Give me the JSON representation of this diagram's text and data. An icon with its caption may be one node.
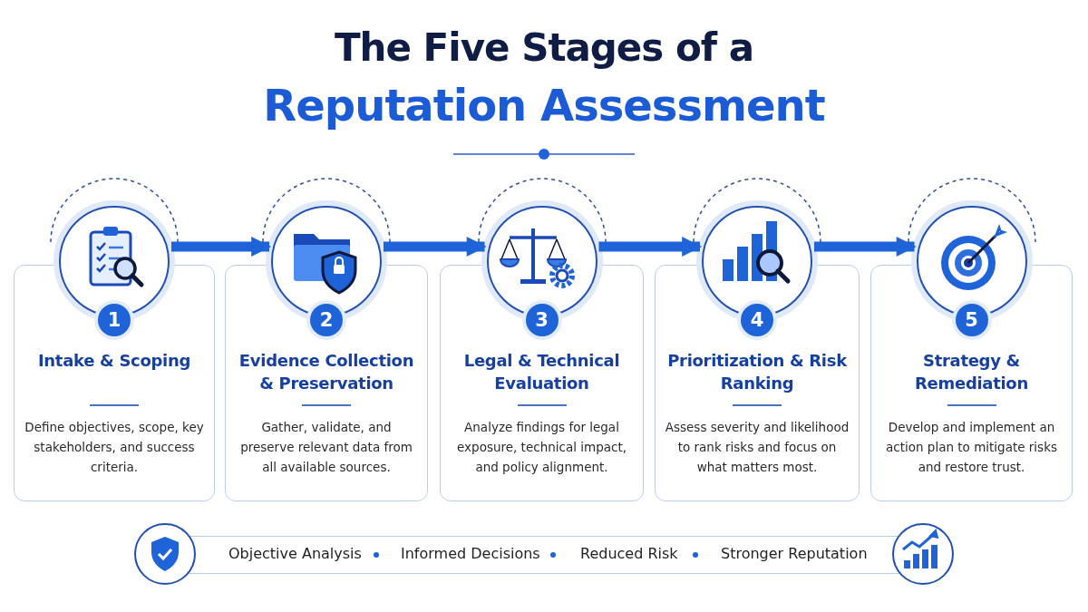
{
  "diagram": {
    "title": "The Five Stages of a",
    "nodes": [
      {
        "text": [
          "1",
          "Intake & Scoping",
          "Define objectives, scope, key stakeholders, and success criteria."
        ]
      },
      {
        "text": [
          "2",
          "Evidence Collection & Preservation",
          "Gather, validate, and preserve relevant data from all available sources."
        ]
      },
      {
        "text": [
          "3",
          "Legal & Technical Evaluation",
          "Analyze findings for legal exposure, technical impact, and policy alignment."
        ]
      },
      {
        "text": [
          "4",
          "Prioritization & Risk Ranking",
          "Assess severity and likelihood to rank risks and focus on what matters most."
        ]
      },
      {
        "text": [
          "5",
          "Strategy & Remediation",
          "Develop and implement an action plan to mitigate risks and restore trust."
        ]
      }
    ],
    "edges": [
      {
        "from": 0,
        "to": 1,
        "arrow": "to"
      },
      {
        "from": 1,
        "to": 2,
        "arrow": "to"
      },
      {
        "from": 2,
        "to": 3,
        "arrow": "to"
      },
      {
        "from": 3,
        "to": 4,
        "arrow": "to"
      }
    ],
    "labels": [
      "Reputation Assessment",
      "Objective Analysis",
      "Informed Decisions",
      "Reduced Risk",
      "Stronger Reputation"
    ]
  }
}
